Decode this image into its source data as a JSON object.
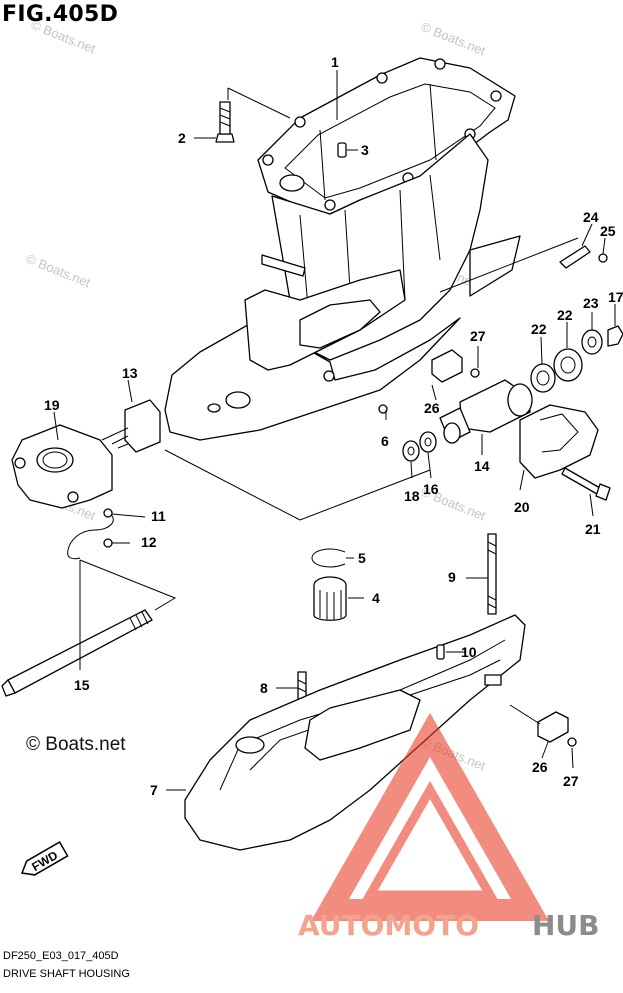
{
  "figure": {
    "title": "FIG.405D",
    "code": "DF250_E03_017_405D",
    "name": "DRIVE SHAFT HOUSING"
  },
  "watermarks": {
    "small": "© Boats.net",
    "large": "© Boats.net"
  },
  "brand": {
    "part_a": "AUTOMOTO",
    "part_b": "HUB",
    "color_a": "#f2a48e",
    "color_b": "#8c8c8c",
    "triangle_color": "#e8402a"
  },
  "fwd_label": "FWD",
  "callouts": [
    {
      "id": "c1",
      "label": "1"
    },
    {
      "id": "c2",
      "label": "2"
    },
    {
      "id": "c3",
      "label": "3"
    },
    {
      "id": "c4",
      "label": "4"
    },
    {
      "id": "c5",
      "label": "5"
    },
    {
      "id": "c6",
      "label": "6"
    },
    {
      "id": "c7",
      "label": "7"
    },
    {
      "id": "c8",
      "label": "8"
    },
    {
      "id": "c9",
      "label": "9"
    },
    {
      "id": "c10",
      "label": "10"
    },
    {
      "id": "c11",
      "label": "11"
    },
    {
      "id": "c12",
      "label": "12"
    },
    {
      "id": "c13",
      "label": "13"
    },
    {
      "id": "c14",
      "label": "14"
    },
    {
      "id": "c15",
      "label": "15"
    },
    {
      "id": "c16",
      "label": "16"
    },
    {
      "id": "c17",
      "label": "17"
    },
    {
      "id": "c18",
      "label": "18"
    },
    {
      "id": "c19",
      "label": "19"
    },
    {
      "id": "c20",
      "label": "20"
    },
    {
      "id": "c21",
      "label": "21"
    },
    {
      "id": "c22a",
      "label": "22"
    },
    {
      "id": "c22b",
      "label": "22"
    },
    {
      "id": "c23",
      "label": "23"
    },
    {
      "id": "c24",
      "label": "24"
    },
    {
      "id": "c25",
      "label": "25"
    },
    {
      "id": "c26a",
      "label": "26"
    },
    {
      "id": "c26b",
      "label": "26"
    },
    {
      "id": "c27a",
      "label": "27"
    },
    {
      "id": "c27b",
      "label": "27"
    }
  ]
}
